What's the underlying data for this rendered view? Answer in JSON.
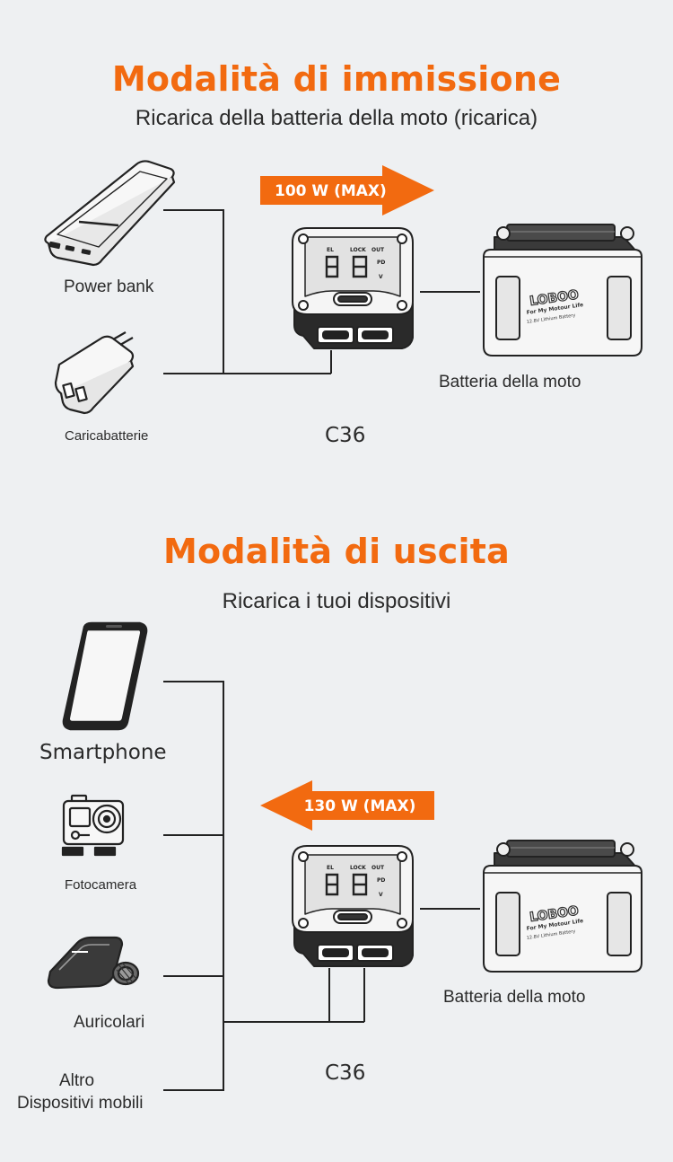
{
  "input_section": {
    "title": "Modalità di immissione",
    "subtitle": "Ricarica della batteria della moto (ricarica)",
    "arrow_label": "100 W (MAX)",
    "sources": [
      {
        "label": "Power bank",
        "icon": "power-bank-icon"
      },
      {
        "label": "Caricabatterie",
        "icon": "wall-charger-icon"
      }
    ],
    "device_label": "C36",
    "battery_label": "Batteria della moto"
  },
  "output_section": {
    "title": "Modalità di uscita",
    "subtitle": "Ricarica i tuoi dispositivi",
    "arrow_label": "130 W (MAX)",
    "targets": [
      {
        "label": "Smartphone",
        "icon": "smartphone-icon"
      },
      {
        "label": "Fotocamera",
        "icon": "action-camera-icon"
      },
      {
        "label": "Auricolari",
        "icon": "helmet-headset-icon"
      },
      {
        "label_line1": "Altro",
        "label_line2": "Dispositivi mobili"
      }
    ],
    "device_label": "C36",
    "battery_label": "Batteria della moto"
  },
  "colors": {
    "accent": "#f26a10",
    "background": "#eef0f2",
    "line": "#222222"
  }
}
